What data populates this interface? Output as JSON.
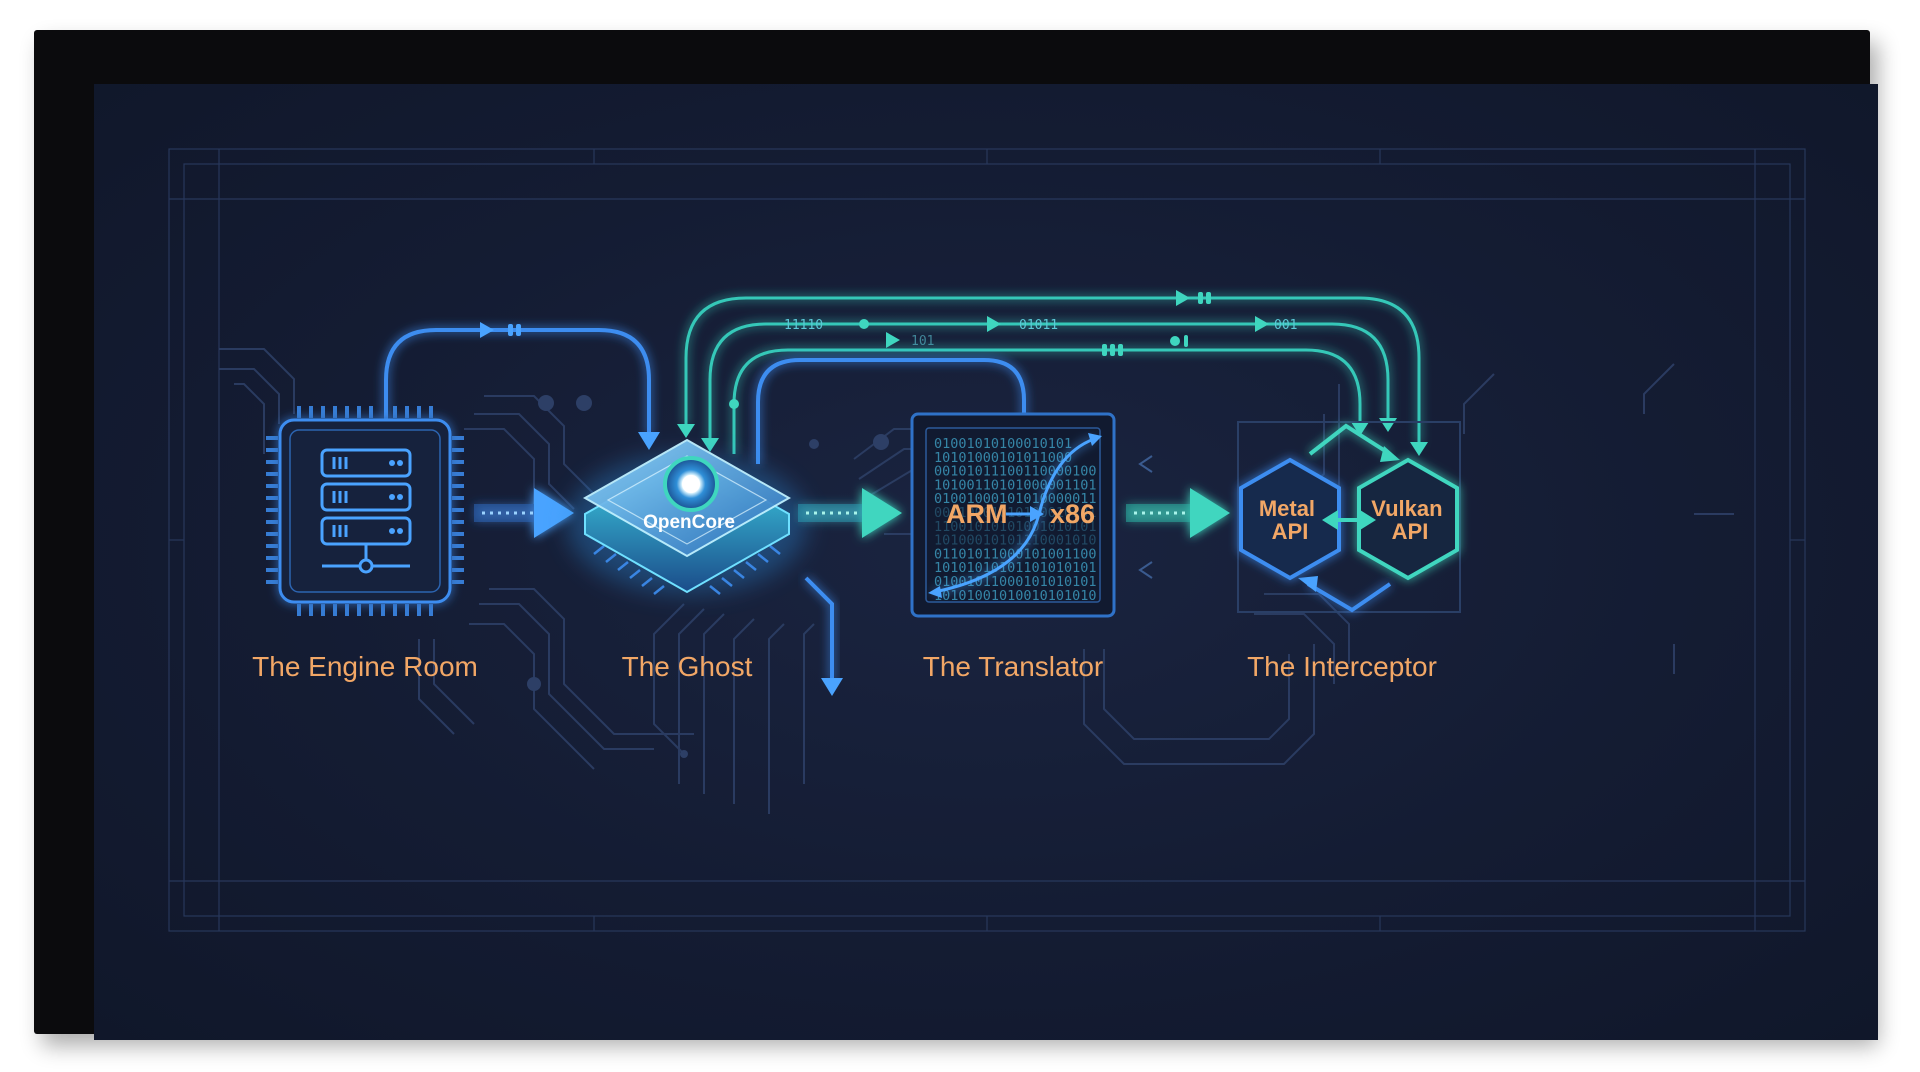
{
  "stages": [
    {
      "title": "The Engine Room"
    },
    {
      "title": "The Ghost",
      "chip_label": "OpenCore"
    },
    {
      "title": "The Translator",
      "from_label": "ARM",
      "to_label": "x86"
    },
    {
      "title": "The Interceptor",
      "api_left": [
        "Metal",
        "API"
      ],
      "api_right": [
        "Vulkan",
        "API"
      ]
    }
  ],
  "bus_bits": [
    "11110",
    "101",
    "01011",
    "001"
  ],
  "binary_rows": [
    "01001010100010101",
    "10101000101011000",
    "00101011100110000100",
    "10100110101000001101",
    "01001000101010000011",
    "00110001010100010101",
    "11001010101001010101",
    "10100010101110001010",
    "01101011000101001100",
    "10101010101101010101",
    "01001011000101010101",
    "10101001010010101010"
  ],
  "colors": {
    "blue": "#4aa3ff",
    "teal": "#3fd6bf",
    "orange": "#f2a766",
    "panel": "#141c33"
  }
}
